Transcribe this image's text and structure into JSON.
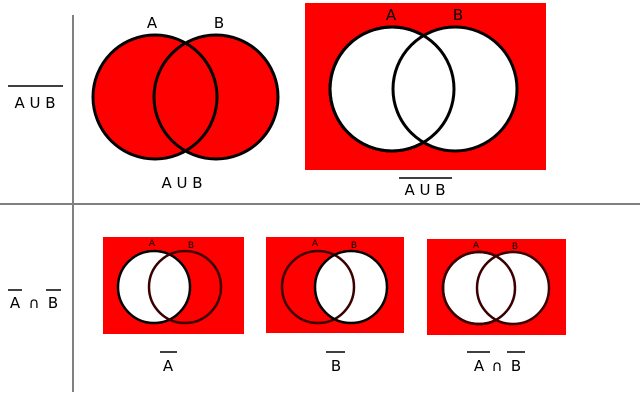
{
  "colors": {
    "fill": "#ff0000",
    "outline": "#000000",
    "outline_dark": "#3a0000",
    "grid": "#808080",
    "background": "#ffffff"
  },
  "row_labels": {
    "top": "A U B",
    "bottom_left": "A",
    "bottom_op": "∩",
    "bottom_right": "B"
  },
  "diagrams": {
    "union": {
      "label_a": "A",
      "label_b": "B",
      "caption": "A U B"
    },
    "complement_union": {
      "label_a": "A",
      "label_b": "B",
      "caption": "A U B"
    },
    "complement_a": {
      "label_a": "A",
      "label_b": "B",
      "caption": "A"
    },
    "complement_b": {
      "label_a": "A",
      "label_b": "B",
      "caption": "B"
    },
    "intersection_of_complements": {
      "label_a": "A",
      "label_b": "B",
      "caption_left": "A",
      "caption_op": "∩",
      "caption_right": "B"
    }
  }
}
